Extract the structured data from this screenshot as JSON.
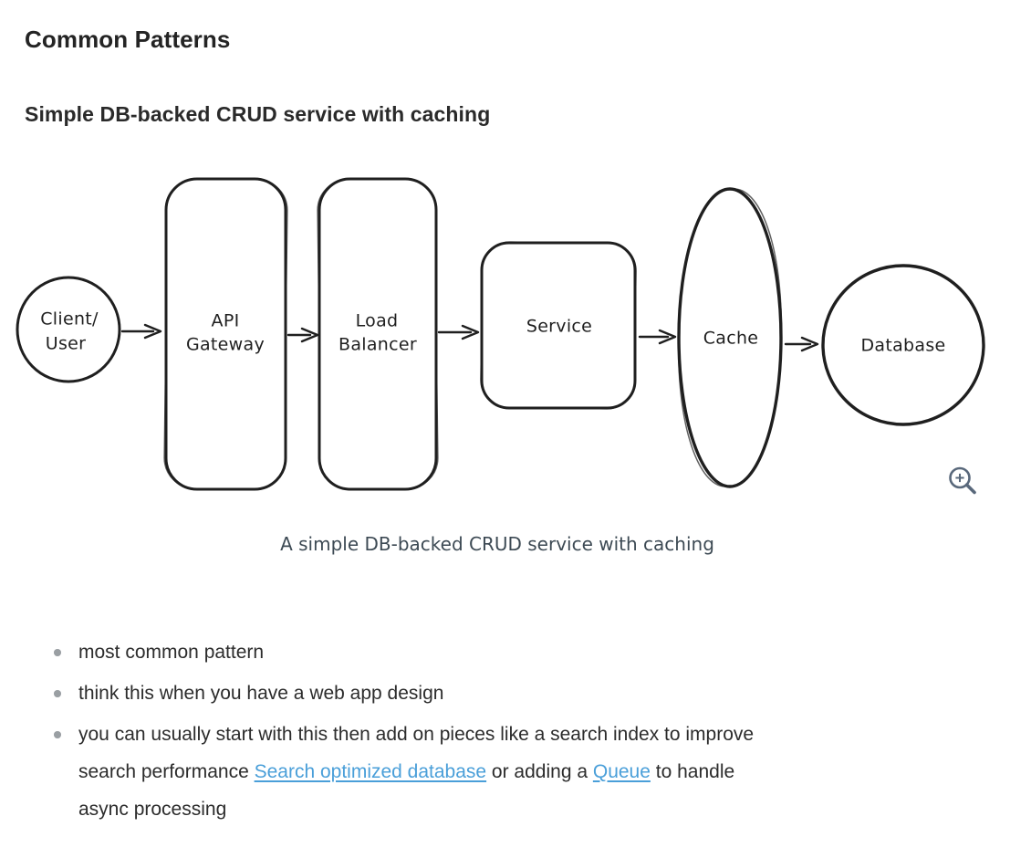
{
  "page": {
    "title": "Common Patterns",
    "section_heading": "Simple DB-backed CRUD service with caching"
  },
  "figure": {
    "caption": "A simple DB-backed CRUD service with caching",
    "zoom_icon": "magnifier-plus"
  },
  "diagram": {
    "nodes": [
      {
        "id": "client-user",
        "shape": "circle",
        "lines": [
          "Client/",
          "User"
        ]
      },
      {
        "id": "api-gateway",
        "shape": "rounded-rect",
        "lines": [
          "API",
          "Gateway"
        ]
      },
      {
        "id": "load-balancer",
        "shape": "rounded-rect",
        "lines": [
          "Load",
          "Balancer"
        ]
      },
      {
        "id": "service",
        "shape": "rounded-square",
        "lines": [
          "Service"
        ]
      },
      {
        "id": "cache",
        "shape": "ellipse",
        "lines": [
          "Cache"
        ]
      },
      {
        "id": "database",
        "shape": "circle",
        "lines": [
          "Database"
        ]
      }
    ],
    "edges": [
      "client-user -> api-gateway",
      "api-gateway -> load-balancer",
      "load-balancer -> service",
      "service -> cache",
      "cache -> database"
    ]
  },
  "bullets": [
    {
      "lines": [
        {
          "parts": [
            {
              "text": "most common pattern"
            }
          ]
        }
      ]
    },
    {
      "lines": [
        {
          "parts": [
            {
              "text": "think this when you have a web app design"
            }
          ]
        }
      ]
    },
    {
      "lines": [
        {
          "parts": [
            {
              "text": "you can usually start with this then add on pieces like a search index to improve"
            }
          ]
        },
        {
          "parts": [
            {
              "text": "search performance "
            },
            {
              "text": "Search optimized database",
              "link": true
            },
            {
              "text": " or adding a "
            },
            {
              "text": "Queue",
              "link": true
            },
            {
              "text": " to handle"
            }
          ]
        },
        {
          "parts": [
            {
              "text": "async processing"
            }
          ]
        }
      ]
    }
  ],
  "colors": {
    "link": "#4a9fd9",
    "diagram_stroke": "#1f1f1f",
    "zoom_icon": "#59687b",
    "caption_text": "#3d4a54",
    "bullet_marker": "#9a9fa3"
  }
}
